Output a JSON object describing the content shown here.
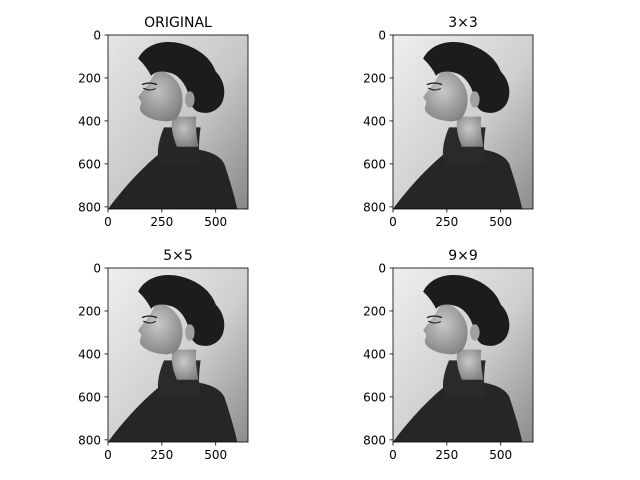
{
  "chart_data": [
    {
      "type": "image",
      "title": "ORIGINAL",
      "xticks": [
        0,
        250,
        500
      ],
      "yticks": [
        0,
        200,
        400,
        600,
        800
      ],
      "xlim": [
        0,
        650
      ],
      "ylim": [
        810,
        0
      ],
      "image_description": "grayscale studio portrait, woman in profile with hair in a bun and dark high-neck sweater; fine texture noise",
      "filter_kernel": "none"
    },
    {
      "type": "image",
      "title": "3×3",
      "xticks": [
        0,
        250,
        500
      ],
      "yticks": [
        0,
        200,
        400,
        600,
        800
      ],
      "xlim": [
        0,
        650
      ],
      "ylim": [
        810,
        0
      ],
      "image_description": "same portrait, lightly smoothed",
      "filter_kernel": "3x3"
    },
    {
      "type": "image",
      "title": "5×5",
      "xticks": [
        0,
        250,
        500
      ],
      "yticks": [
        0,
        200,
        400,
        600,
        800
      ],
      "xlim": [
        0,
        650
      ],
      "ylim": [
        810,
        0
      ],
      "image_description": "same portrait, moderately smoothed",
      "filter_kernel": "5x5"
    },
    {
      "type": "image",
      "title": "9×9",
      "xticks": [
        0,
        250,
        500
      ],
      "yticks": [
        0,
        200,
        400,
        600,
        800
      ],
      "xlim": [
        0,
        650
      ],
      "ylim": [
        810,
        0
      ],
      "image_description": "same portrait, strongly smoothed",
      "filter_kernel": "9x9"
    }
  ],
  "colors": {
    "background": "#ffffff",
    "backdrop_light": "#efefef",
    "backdrop_dark": "#8c8c8c",
    "hair": "#1c1c1c",
    "skin": "#b4b4b4",
    "sweater": "#262626"
  }
}
